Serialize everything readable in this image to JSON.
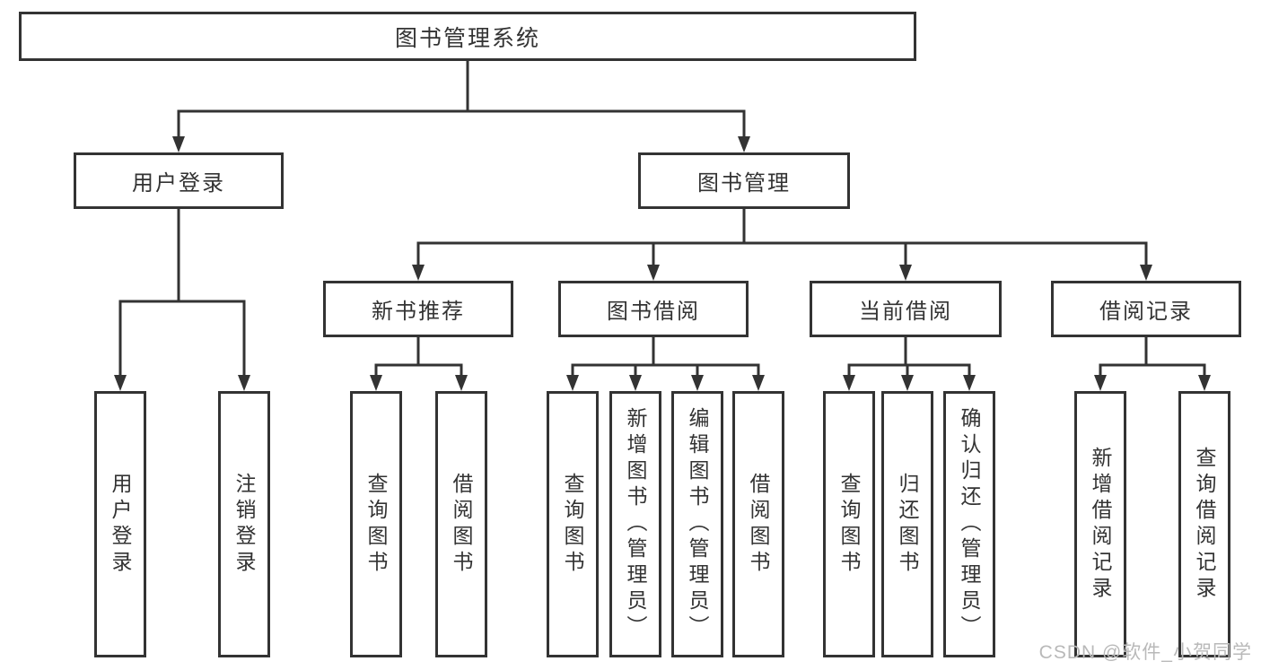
{
  "diagram_title": "图书管理系统",
  "tree": {
    "root": {
      "label": "图书管理系统",
      "children": [
        {
          "label": "用户登录",
          "children": [
            {
              "label": "用户登录"
            },
            {
              "label": "注销登录"
            }
          ]
        },
        {
          "label": "图书管理",
          "children": [
            {
              "label": "新书推荐",
              "children": [
                {
                  "label": "查询图书"
                },
                {
                  "label": "借阅图书"
                }
              ]
            },
            {
              "label": "图书借阅",
              "children": [
                {
                  "label": "查询图书"
                },
                {
                  "label": "新增图书（管理员）"
                },
                {
                  "label": "编辑图书（管理员）"
                },
                {
                  "label": "借阅图书"
                }
              ]
            },
            {
              "label": "当前借阅",
              "children": [
                {
                  "label": "查询图书"
                },
                {
                  "label": "归还图书"
                },
                {
                  "label": "确认归还（管理员）"
                }
              ]
            },
            {
              "label": "借阅记录",
              "children": [
                {
                  "label": "新增借阅记录"
                },
                {
                  "label": "查询借阅记录"
                }
              ]
            }
          ]
        }
      ]
    }
  },
  "watermark": {
    "text": "CSDN @软件_小贺同学"
  },
  "colors": {
    "line": "#333333",
    "border": "#333333",
    "text": "#333333",
    "watermark": "#b9b9b9",
    "background": "#ffffff"
  }
}
